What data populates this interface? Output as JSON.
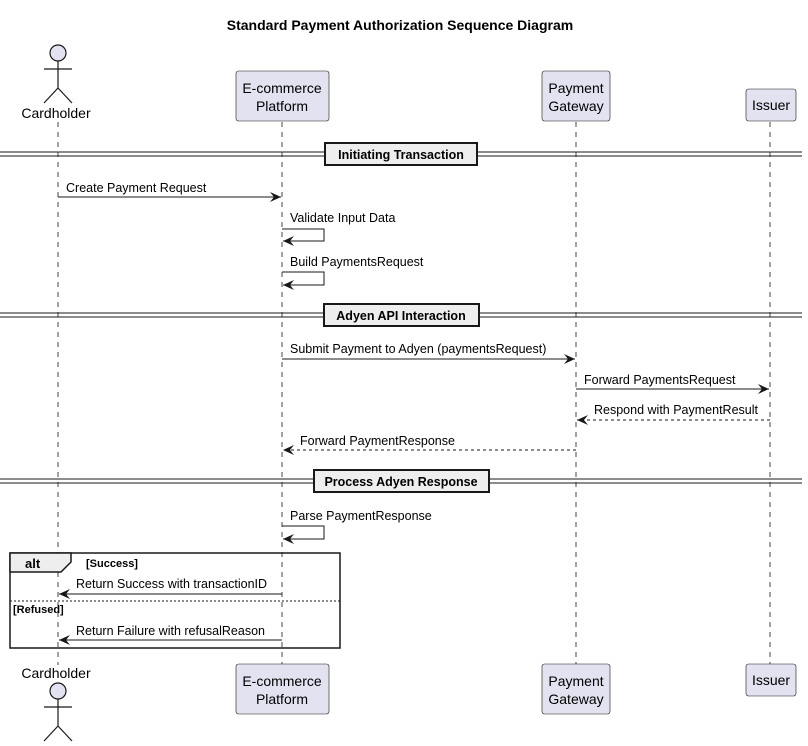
{
  "title": "Standard Payment Authorization Sequence Diagram",
  "colors": {
    "participant_fill": "#e2e2f0",
    "participant_stroke": "#181818",
    "lifeline": "#181818",
    "divider_fill": "#eeeeee",
    "alt_fill": "#eeeeee"
  },
  "participants": {
    "cardholder": "Cardholder",
    "ecommerce": [
      "E-commerce",
      "Platform"
    ],
    "gateway": [
      "Payment",
      "Gateway"
    ],
    "issuer": "Issuer"
  },
  "dividers": {
    "initiating": "Initiating Transaction",
    "adyen_api": "Adyen API Interaction",
    "process": "Process Adyen Response"
  },
  "messages": {
    "create_request": "Create Payment Request",
    "validate_input": "Validate Input Data",
    "build_request": "Build PaymentsRequest",
    "submit_payment": "Submit Payment to Adyen (paymentsRequest)",
    "forward_request": "Forward PaymentsRequest",
    "respond_result": "Respond with PaymentResult",
    "forward_response": "Forward PaymentResponse",
    "parse_response": "Parse PaymentResponse",
    "return_success": "Return Success with transactionID",
    "return_failure": "Return Failure with refusalReason"
  },
  "alt": {
    "keyword": "alt",
    "success_guard": "[Success]",
    "refused_guard": "[Refused]"
  }
}
